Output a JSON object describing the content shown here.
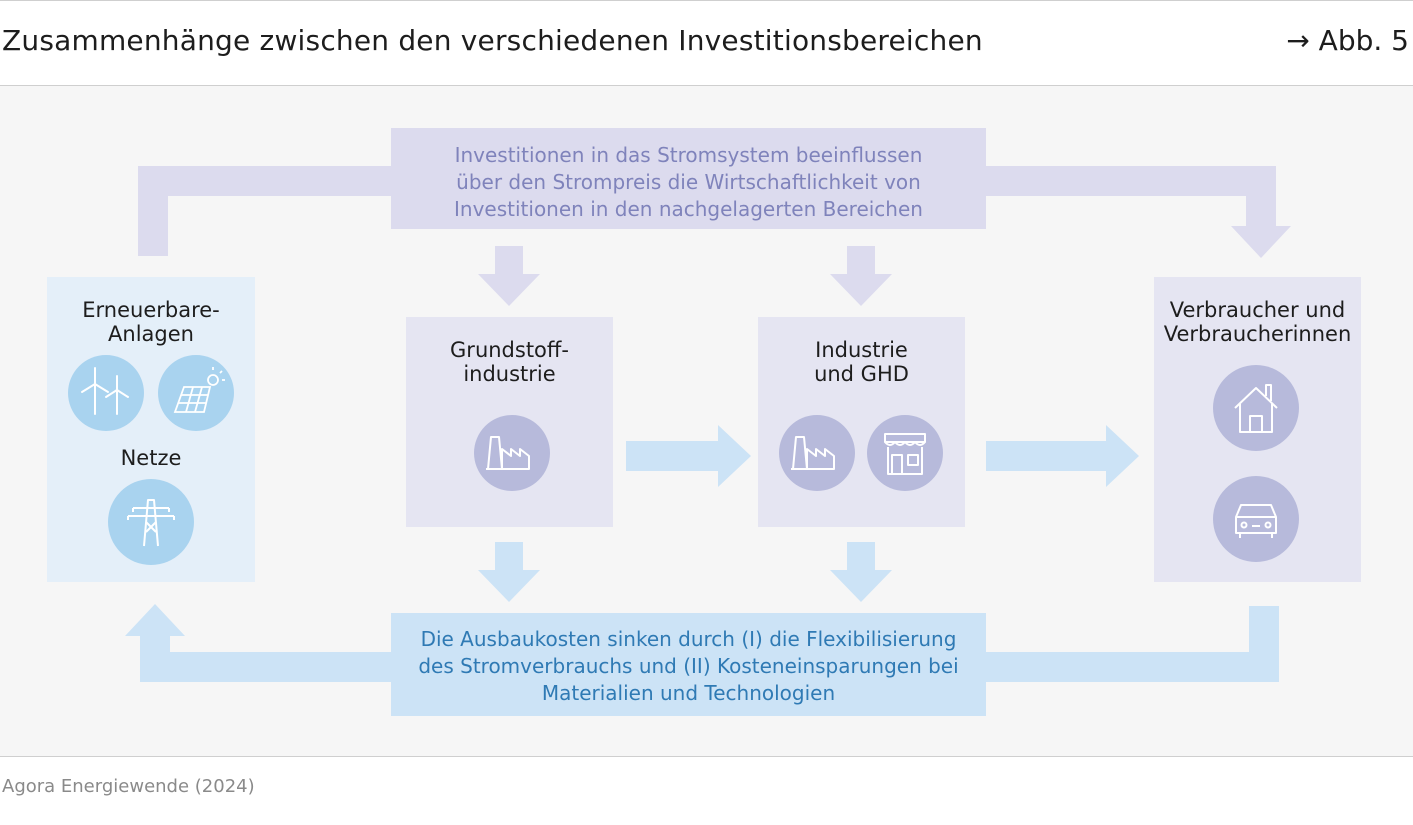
{
  "header": {
    "title": "Zusammenhänge zwischen den verschiedenen Investitionsbereichen",
    "figure_ref": "→ Abb. 5"
  },
  "top_box": {
    "line1": "Investitionen in das Stromsystem beeinflussen",
    "line2": "über den Strompreis die Wirtschaftlichkeit von",
    "line3": "Investitionen in den nachgelagerten Bereichen"
  },
  "bottom_box": {
    "line1": "Die Ausbaukosten sinken durch (I) die Flexibilisierung",
    "line2": "des Stromverbrauchs und (II) Kosteneinsparungen bei",
    "line3": "Materialien und Technologien"
  },
  "boxes": {
    "renewables": {
      "line1": "Erneuerbare-",
      "line2": "Anlagen",
      "grid_label": "Netze"
    },
    "basic_industry": {
      "line1": "Grundstoff-",
      "line2": "industrie"
    },
    "industry": {
      "line1": "Industrie",
      "line2": "und GHD"
    },
    "consumers": {
      "line1": "Verbraucher und",
      "line2": "Verbraucherinnen"
    }
  },
  "icons": [
    "wind-turbine-icon",
    "solar-panel-icon",
    "power-pylon-icon",
    "factory-icon",
    "shop-icon",
    "house-icon",
    "car-icon"
  ],
  "colors": {
    "purple_arrow": "#dcdbee",
    "purple_box": "#e5e5f2",
    "purple_icon": "#b7badb",
    "blue_arrow": "#cce3f6",
    "blue_box": "#e4eff9",
    "blue_icon": "#a9d3ef",
    "purple_text": "#7f83bb",
    "blue_text": "#2f7ab4"
  },
  "footer": {
    "source": "Agora Energiewende (2024)"
  }
}
